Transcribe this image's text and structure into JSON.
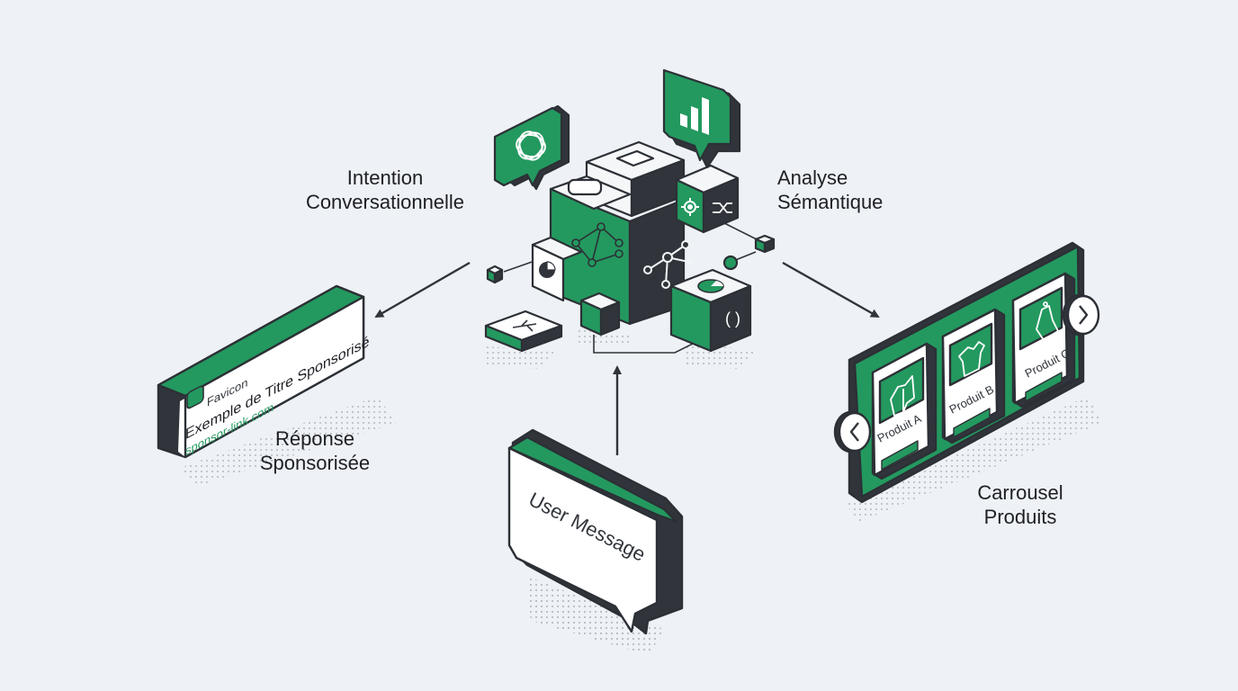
{
  "labels": {
    "intention": [
      "Intention",
      "Conversationnelle"
    ],
    "analyse": [
      "Analyse",
      "Sémantique"
    ],
    "reponse": [
      "Réponse",
      "Sponsorisée"
    ],
    "carrousel": [
      "Carrousel",
      "Produits"
    ]
  },
  "ad_card": {
    "favicon_label": "Favicon",
    "title": "Exemple de Titre Sponsorisé",
    "link": "sponsor-link.com"
  },
  "user_message": "User Message",
  "products": [
    "Produit A",
    "Produit B",
    "Produit C"
  ],
  "colors": {
    "accent": "#23995f",
    "dark": "#31353b",
    "background": "#eef1f5"
  },
  "icons": [
    "openai-logo-icon",
    "bar-chart-icon",
    "gear-icon",
    "shuffle-icon",
    "network-icon",
    "pie-chart-icon",
    "usb-icon",
    "braces-icon",
    "jacket-icon",
    "tshirt-icon",
    "dress-icon",
    "chevron-left-icon",
    "chevron-right-icon"
  ]
}
